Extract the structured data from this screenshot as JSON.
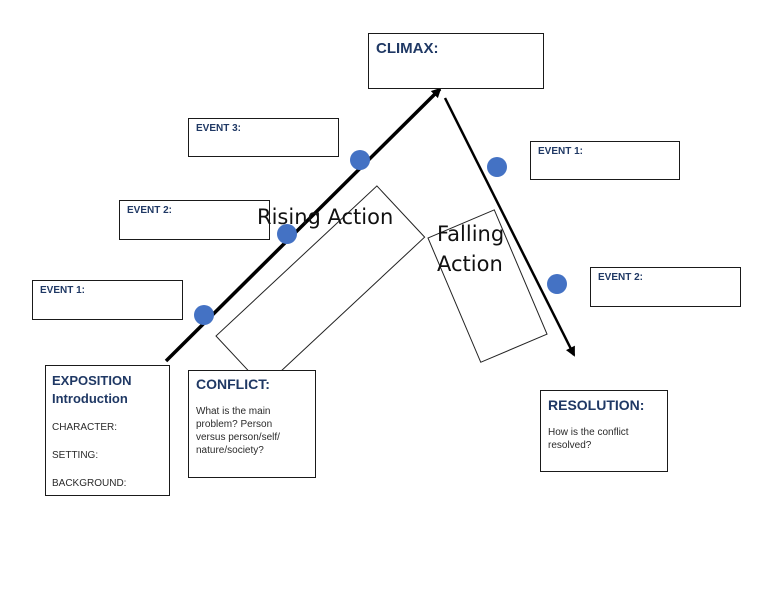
{
  "diagram": {
    "climax": {
      "title": "CLIMAX:"
    },
    "rising_events": [
      {
        "label": "EVENT 3:"
      },
      {
        "label": "EVENT 2:"
      },
      {
        "label": "EVENT 1:"
      }
    ],
    "falling_events": [
      {
        "label": "EVENT 1:"
      },
      {
        "label": "EVENT 2:"
      }
    ],
    "rising_action_label": "Rising Action",
    "falling_action_label_line1": "Falling",
    "falling_action_label_line2": "Action",
    "exposition": {
      "title_line1": "EXPOSITION",
      "title_line2": "Introduction",
      "fields": [
        "CHARACTER:",
        "SETTING:",
        "BACKGROUND:"
      ]
    },
    "conflict": {
      "title": "CONFLICT:",
      "text_lines": [
        "What is the main",
        "problem? Person",
        "versus person/self/",
        "nature/society?"
      ]
    },
    "resolution": {
      "title": "RESOLUTION:",
      "text_lines": [
        "How is the conflict",
        "resolved?"
      ]
    },
    "colors": {
      "title_blue": "#1f3864",
      "marker_blue": "#4472c4",
      "line": "#000000"
    }
  }
}
